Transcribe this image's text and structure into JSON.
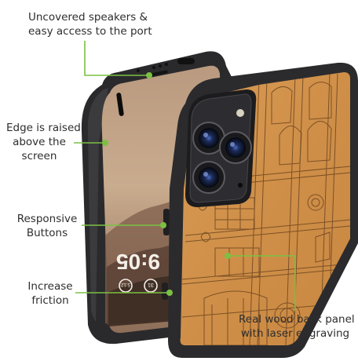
{
  "annotations": {
    "speakers": {
      "line1": "Uncovered speakers &",
      "line2": "easy access to the port"
    },
    "edge": {
      "line1": "Edge is raised",
      "line2": "above the",
      "line3": "screen"
    },
    "buttons": {
      "line1": "Responsive",
      "line2": "Buttons"
    },
    "friction": {
      "line1": "Increase",
      "line2": "friction"
    },
    "wood": {
      "line1": "Real wood back panel",
      "line2": "with laser engraving"
    }
  },
  "screen": {
    "time": "9:05",
    "date_badge_left": "31",
    "date_badge_right": "5:12"
  },
  "colors": {
    "callout": "#7cc043",
    "bumper": "#2c2c2e",
    "wood": "#d4964f",
    "engraving": "#6e4620",
    "screen_sky": "#c7a98c"
  }
}
